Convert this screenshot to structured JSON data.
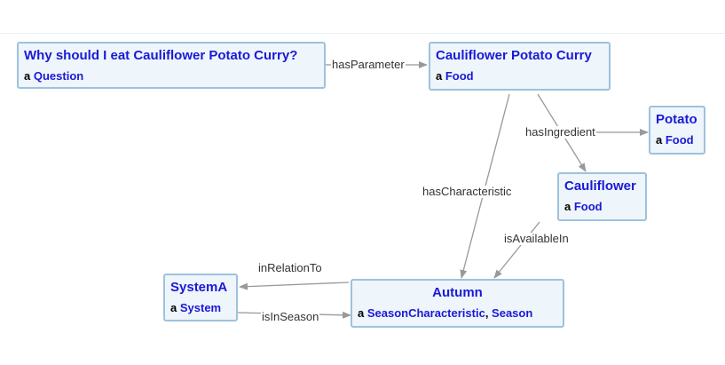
{
  "nodes": {
    "question": {
      "title": "Why should I eat Cauliflower Potato Curry?",
      "a": "a",
      "type": "Question"
    },
    "curry": {
      "title": "Cauliflower Potato Curry",
      "a": "a",
      "type": "Food"
    },
    "potato": {
      "title": "Potato",
      "a": "a",
      "type": "Food"
    },
    "cauliflower": {
      "title": "Cauliflower",
      "a": "a",
      "type": "Food"
    },
    "systema": {
      "title": "SystemA",
      "a": "a",
      "type": "System"
    },
    "autumn": {
      "title": "Autumn",
      "a": "a",
      "type1": "SeasonCharacteristic",
      "sep": ", ",
      "type2": "Season"
    }
  },
  "edges": {
    "hasParameter": "hasParameter",
    "hasIngredient": "hasIngredient",
    "hasCharacteristic": "hasCharacteristic",
    "isAvailableIn": "isAvailableIn",
    "inRelationTo": "inRelationTo",
    "isInSeason": "isInSeason"
  },
  "colors": {
    "node_fill": "#eef5fb",
    "node_border": "#9ec2dc",
    "title": "#1a1ad6",
    "edge": "#999999"
  }
}
